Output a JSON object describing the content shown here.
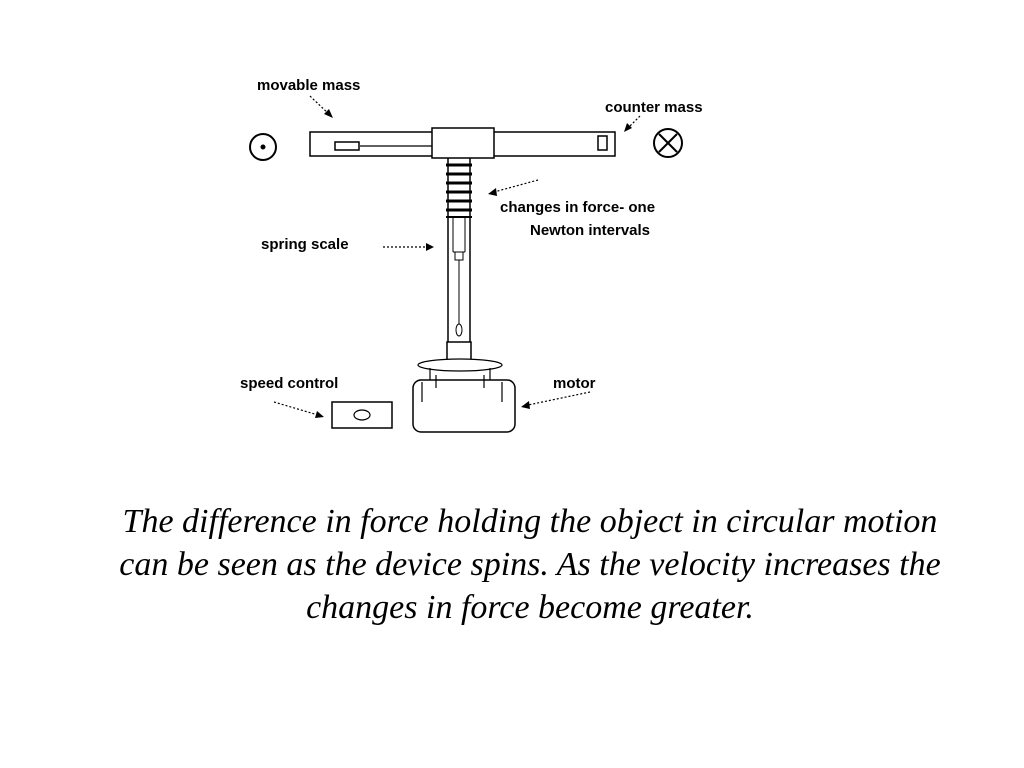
{
  "diagram": {
    "labels": {
      "movable_mass": "movable mass",
      "counter_mass": "counter mass",
      "changes_line1": "changes in force- one",
      "changes_line2": "Newton intervals",
      "spring_scale": "spring scale",
      "speed_control": "speed control",
      "motor": "motor"
    }
  },
  "caption": {
    "text": "The difference in force holding the object in circular motion can be seen as the device spins.  As the velocity increases the changes in force become greater."
  }
}
